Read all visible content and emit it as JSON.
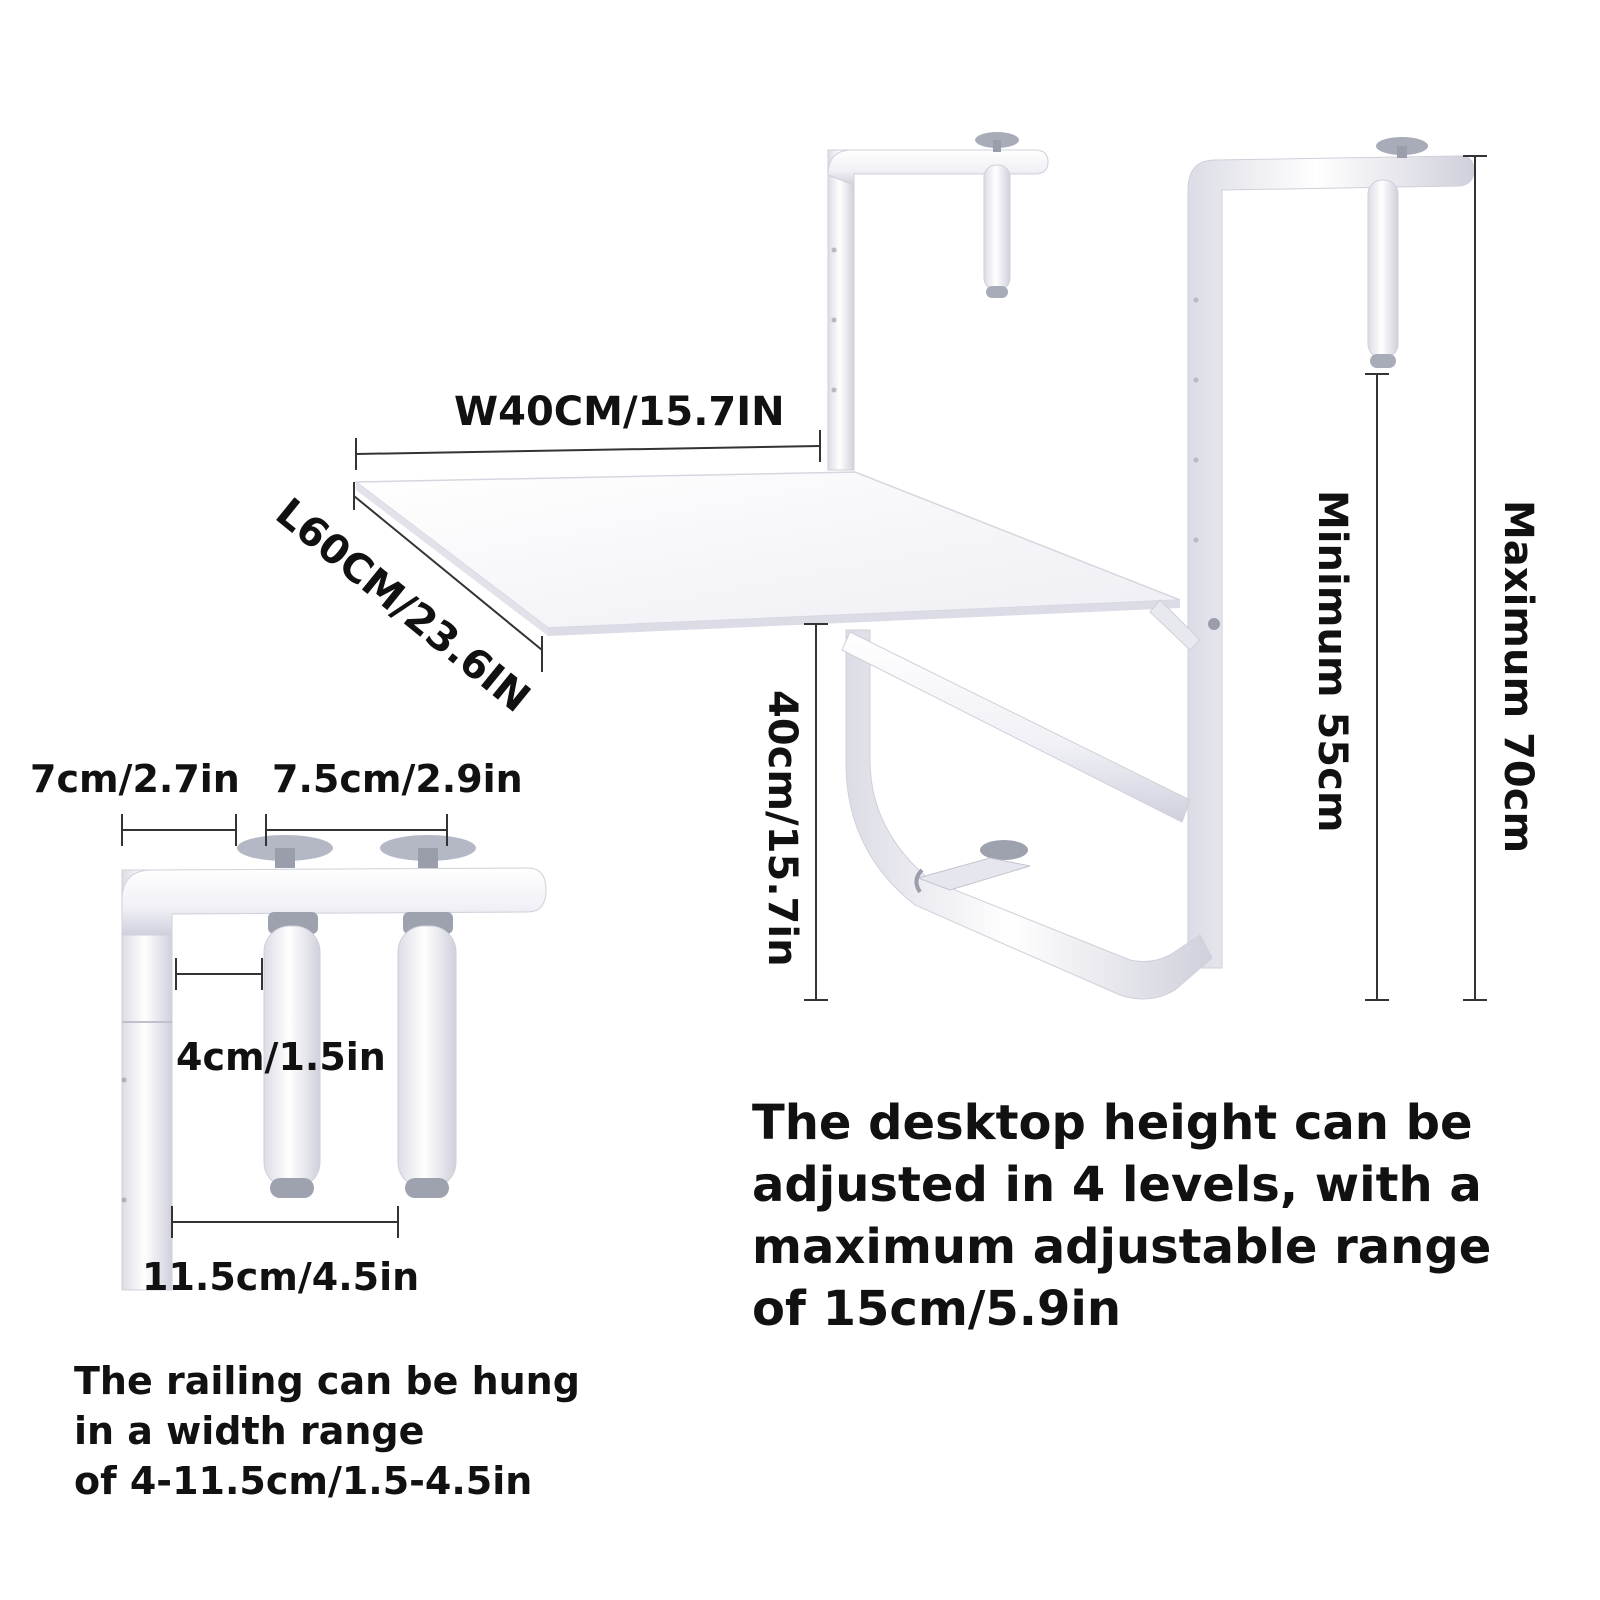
{
  "main_view": {
    "width_label": "W40CM/15.7IN",
    "length_label": "L60CM/23.6IN",
    "desk_height_label": "40cm/15.7in",
    "minimum_label": "Minimum 55cm",
    "maximum_label": "Maximum 70cm"
  },
  "hook_detail": {
    "offset_label": "7cm/2.7in",
    "spacing_label": "7.5cm/2.9in",
    "min_gap_label": "4cm/1.5in",
    "max_gap_label": "11.5cm/4.5in"
  },
  "notes": {
    "railing_lines": [
      "The railing can be hung",
      "in a width range",
      "of 4-11.5cm/1.5-4.5in"
    ],
    "height_lines": [
      "The desktop height can be",
      "adjusted in 4 levels, with a",
      "maximum adjustable range",
      "of 15cm/5.9in"
    ]
  },
  "colors": {
    "product": "#f4f4f8",
    "product_outline": "#c8c8d4",
    "knob": "#a8acb8",
    "dimension_line": "#333333",
    "text": "#111111"
  }
}
